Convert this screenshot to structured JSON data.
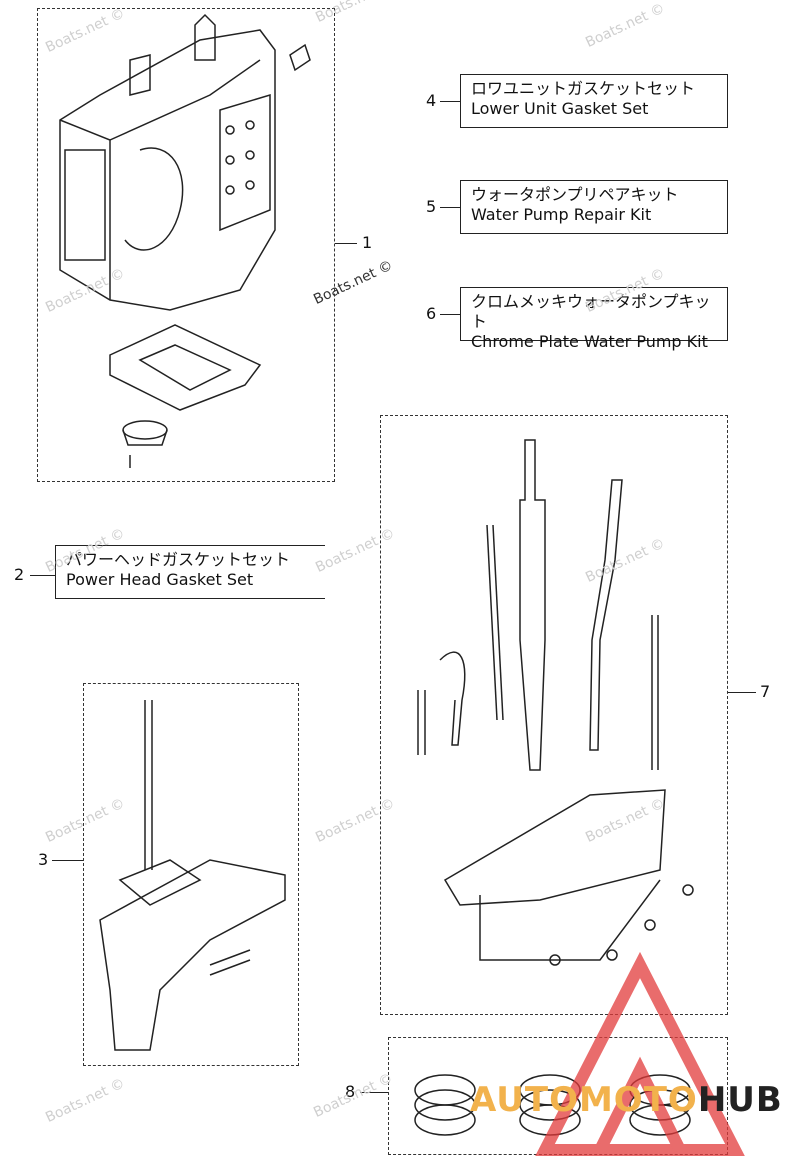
{
  "callouts": {
    "c1": "1",
    "c2": "2",
    "c3": "3",
    "c4": "4",
    "c5": "5",
    "c6": "6",
    "c7": "7",
    "c8": "8"
  },
  "parts": {
    "lower_unit_gasket": {
      "jp": "ロワユニットガスケットセット",
      "en": "Lower Unit Gasket Set"
    },
    "water_pump_repair": {
      "jp": "ウォータポンプリペアキット",
      "en": "Water Pump Repair Kit"
    },
    "chrome_water_pump": {
      "jp": "クロムメッキウォータポンプキット",
      "en": "Chrome Plate Water Pump Kit"
    },
    "power_head_gasket": {
      "jp": "パワーヘッドガスケットセット",
      "en": "Power Head Gasket Set"
    }
  },
  "watermark": "Boats.net ©",
  "logo": {
    "part1": "AUTOMOTO",
    "part2": "HUB"
  },
  "colors": {
    "logo_red": "#e23b3b",
    "logo_orange": "#f2b24c"
  }
}
